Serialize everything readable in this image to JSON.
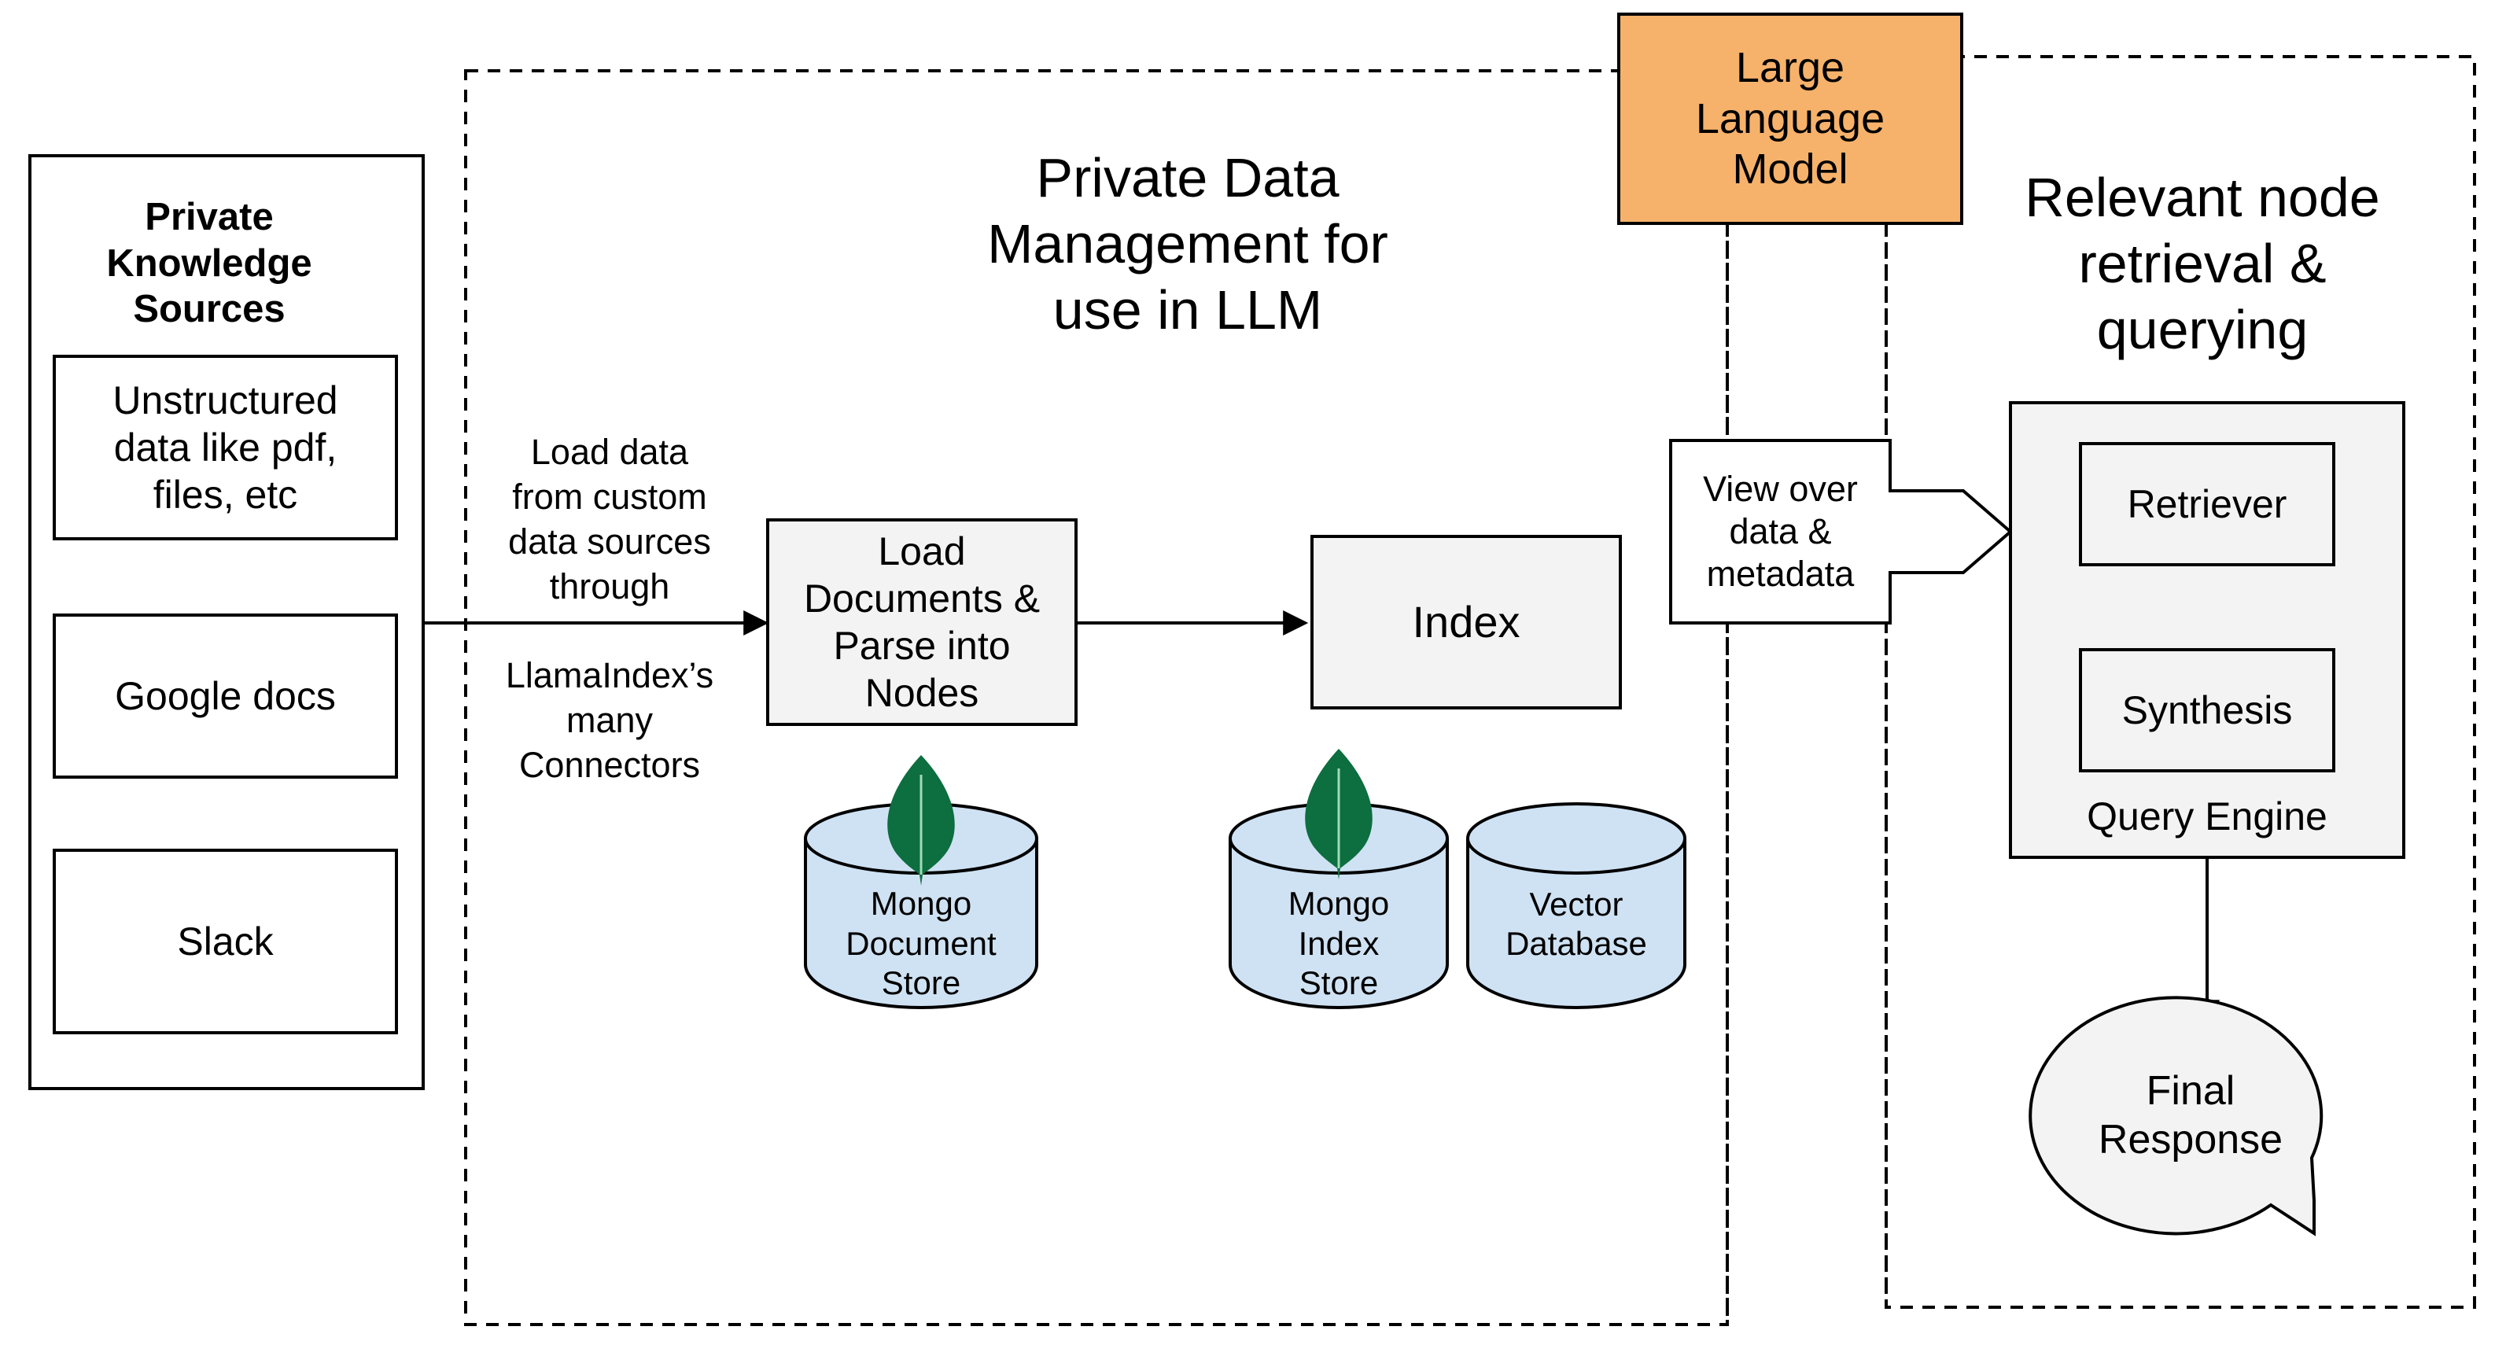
{
  "sources": {
    "title": "Private\nKnowledge\nSources",
    "items": [
      "Unstructured\ndata like pdf,\nfiles, etc",
      "Google docs",
      "Slack"
    ]
  },
  "connector_label": {
    "top": "Load data\nfrom custom\ndata sources\nthrough",
    "bottom": "LlamaIndex’s\nmany\nConnectors"
  },
  "data_management": {
    "title": "Private Data\nManagement for\nuse in LLM",
    "load_box": "Load\nDocuments &\nParse into\nNodes",
    "index_box": "Index",
    "doc_store": "Mongo\nDocument\nStore",
    "index_store": "Mongo\nIndex\nStore",
    "vector_db": "Vector\nDatabase"
  },
  "llm": {
    "label": "Large\nLanguage\nModel"
  },
  "view_arrow": {
    "label": "View over\ndata &\nmetadata"
  },
  "retrieval": {
    "title": "Relevant node\nretrieval &\nquerying",
    "retriever": "Retriever",
    "synthesis": "Synthesis",
    "engine_label": "Query Engine",
    "final_response": "Final\nResponse"
  },
  "colors": {
    "llm_fill": "#f6b26b",
    "node_fill": "#f3f3f3",
    "db_fill": "#cfe2f3",
    "leaf_green": "#0d6e3f",
    "stroke": "#000000"
  }
}
